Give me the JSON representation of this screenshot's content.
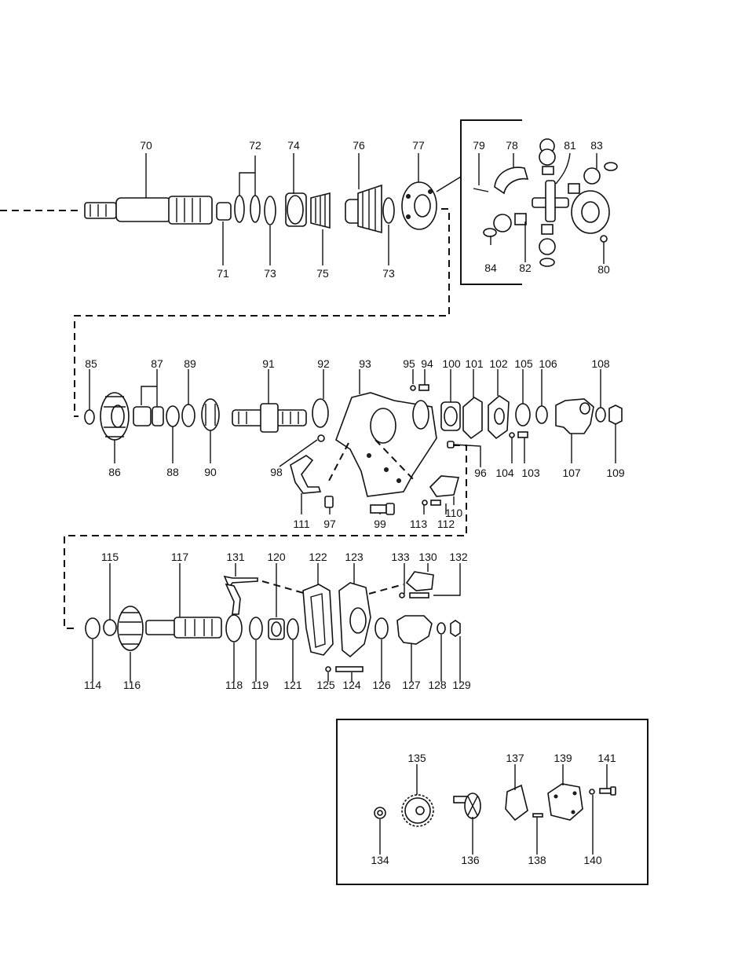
{
  "labels": {
    "p70": "70",
    "p71": "71",
    "p72": "72",
    "p73a": "73",
    "p73b": "73",
    "p74": "74",
    "p75": "75",
    "p76": "76",
    "p77": "77",
    "p78": "78",
    "p79": "79",
    "p80": "80",
    "p81": "81",
    "p82": "82",
    "p83": "83",
    "p84": "84",
    "p85": "85",
    "p86": "86",
    "p87": "87",
    "p88": "88",
    "p89": "89",
    "p90": "90",
    "p91": "91",
    "p92": "92",
    "p93": "93",
    "p94": "94",
    "p95": "95",
    "p96": "96",
    "p97": "97",
    "p98": "98",
    "p99": "99",
    "p100": "100",
    "p101": "101",
    "p102": "102",
    "p103": "103",
    "p104": "104",
    "p105": "105",
    "p106": "106",
    "p107": "107",
    "p108": "108",
    "p109": "109",
    "p110": "110",
    "p111": "111",
    "p112": "112",
    "p113": "113",
    "p114": "114",
    "p115": "115",
    "p116": "116",
    "p117": "117",
    "p118": "118",
    "p119": "119",
    "p120": "120",
    "p121": "121",
    "p122": "122",
    "p123": "123",
    "p124": "124",
    "p125": "125",
    "p126": "126",
    "p127": "127",
    "p128": "128",
    "p129": "129",
    "p130": "130",
    "p131": "131",
    "p132": "132",
    "p133": "133",
    "p134": "134",
    "p135": "135",
    "p136": "136",
    "p137": "137",
    "p138": "138",
    "p139": "139",
    "p140": "140",
    "p141": "141"
  }
}
